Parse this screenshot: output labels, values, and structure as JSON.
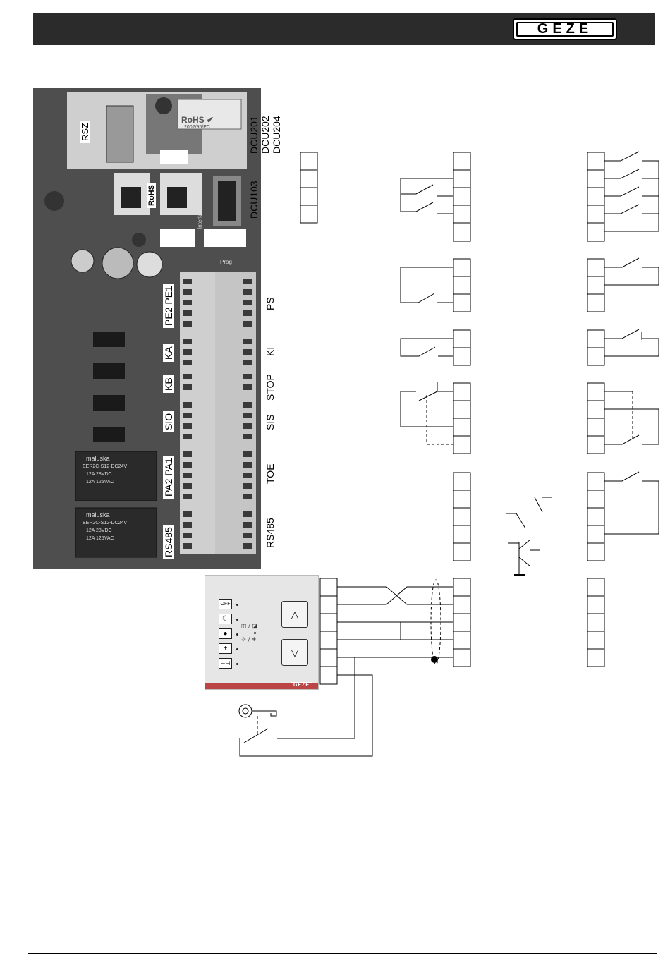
{
  "brand": {
    "logo": "GEZE"
  },
  "board": {
    "labels": {
      "rsz": "RSZ",
      "rohs_badge": "RoHS ✔",
      "rohs_directive": "2002/95/EC",
      "rohs_chip": "RoHS",
      "interface": "Interface",
      "prog": "Prog",
      "relay_brand": "maluska",
      "relay_model": "EER2C-S12-DC24V",
      "relay_rating_dc": "12A 28VDC",
      "relay_rating_ac": "12A 125VAC"
    },
    "connector_labels": {
      "pe2_pe1": "PE2 PE1",
      "ka": "KA",
      "kb": "KB",
      "sio": "SIO",
      "pa2_pa1": "PA2 PA1",
      "rs485_left": "RS485"
    }
  },
  "side_labels": {
    "dcu201": "DCU201",
    "dcu202": "DCU202",
    "dcu204": "DCU204",
    "dcu103": "DCU103",
    "ps": "PS",
    "ki": "KI",
    "stop": "STOP",
    "sis": "SIS",
    "toe": "TOE",
    "rs485_right": "RS485"
  },
  "panel": {
    "buttons": [
      "OFF",
      "☾",
      "●",
      "+",
      "⊢⊣"
    ],
    "up_symbol": "△",
    "down_symbol": "▽",
    "mode_symbol_top": "◫ / ◪",
    "mode_symbol_bottom": "☼ / ❄",
    "logo": "GEZE"
  }
}
